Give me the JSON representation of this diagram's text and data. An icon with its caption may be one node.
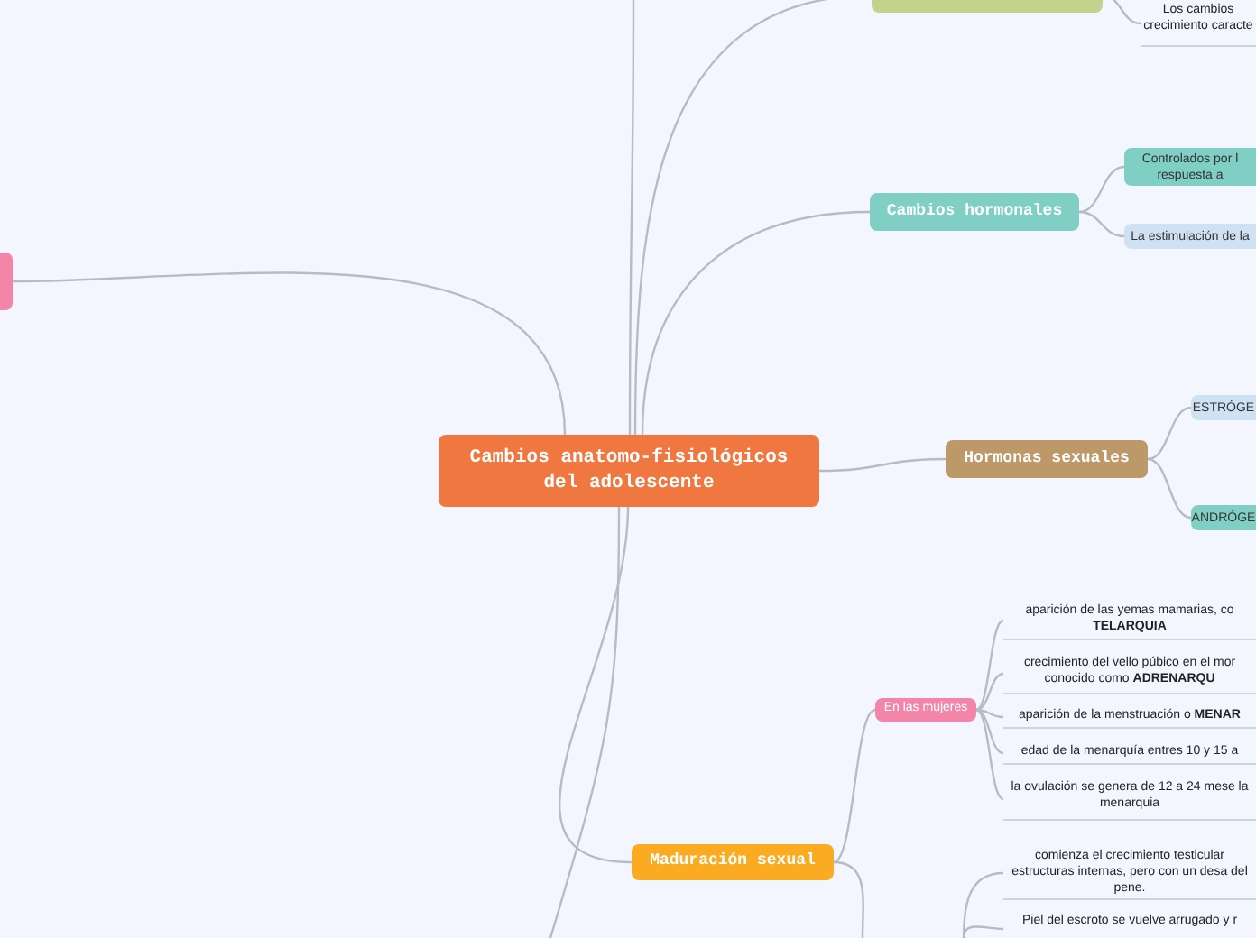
{
  "diagram": {
    "nodes": [
      {
        "text": [
          "Cambios anatomo-fisiológicos del adolescente"
        ]
      },
      {
        "text": [],
        "shape": "box"
      },
      {
        "text": [
          "Los cambios crecimiento caracte"
        ]
      },
      {
        "text": [
          "Cambios hormonales"
        ]
      },
      {
        "text": [
          "Controlados por l respuesta a"
        ]
      },
      {
        "text": [
          "La estimulación de la"
        ]
      },
      {
        "text": [
          "Hormonas sexuales"
        ]
      },
      {
        "text": [
          "ESTRÓGE"
        ]
      },
      {
        "text": [
          "ANDRÓGE"
        ]
      },
      {
        "text": [],
        "shape": "box"
      },
      {
        "text": [
          "Maduración sexual"
        ]
      },
      {
        "text": [
          "En las mujeres"
        ]
      },
      {
        "text": [
          "aparición de las yemas  mamarias, co **TELARQUIA**"
        ]
      },
      {
        "text": [
          "crecimiento del vello púbico en el mor conocido como **ADRENARQU**"
        ]
      },
      {
        "text": [
          "aparición de la menstruación o **MENAR**"
        ]
      },
      {
        "text": [
          "edad de la menarquía entres 10 y 15 a"
        ]
      },
      {
        "text": [
          "la ovulación se genera de 12 a 24 mese la menarquia"
        ]
      },
      {
        "text": [
          "comienza el crecimiento testicular estructuras internas, pero con un desa del pene."
        ]
      },
      {
        "text": [
          "Piel del escroto se vuelve arrugado y r"
        ]
      }
    ],
    "edges": [
      {
        "from": 0,
        "to": 1,
        "arrow": "none"
      },
      {
        "from": 0,
        "to": null,
        "arrow": "none"
      },
      {
        "from": 0,
        "to": 3,
        "arrow": "none"
      },
      {
        "from": 0,
        "to": 6,
        "arrow": "none"
      },
      {
        "from": 0,
        "to": 9,
        "arrow": "none"
      },
      {
        "from": 0,
        "to": 10,
        "arrow": "none"
      },
      {
        "from": 0,
        "to": null,
        "arrow": "none"
      },
      {
        "from": 1,
        "to": 2,
        "arrow": "none"
      },
      {
        "from": 3,
        "to": 4,
        "arrow": "none"
      },
      {
        "from": 3,
        "to": 5,
        "arrow": "none"
      },
      {
        "from": 6,
        "to": 7,
        "arrow": "none"
      },
      {
        "from": 6,
        "to": 8,
        "arrow": "none"
      },
      {
        "from": 10,
        "to": 11,
        "arrow": "none"
      },
      {
        "from": 10,
        "to": null,
        "arrow": "none"
      },
      {
        "from": 11,
        "to": 12,
        "arrow": "none"
      },
      {
        "from": 11,
        "to": 13,
        "arrow": "none"
      },
      {
        "from": 11,
        "to": 14,
        "arrow": "none"
      },
      {
        "from": 11,
        "to": 15,
        "arrow": "none"
      },
      {
        "from": 11,
        "to": 16,
        "arrow": "none"
      },
      {
        "from": null,
        "to": 17,
        "arrow": "none"
      },
      {
        "from": null,
        "to": 18,
        "arrow": "none"
      }
    ]
  }
}
